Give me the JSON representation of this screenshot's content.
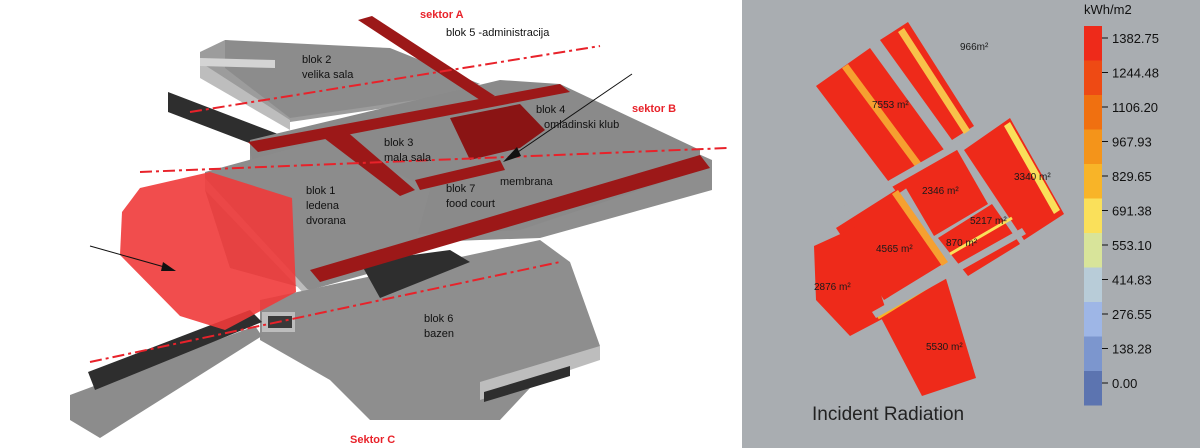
{
  "plan": {
    "sectors": {
      "a": "sektor A",
      "b": "sektor B",
      "c": "Sektor C"
    },
    "blocks": {
      "b5": [
        "blok 5 -administracija"
      ],
      "b2": [
        "blok 2",
        "velika sala"
      ],
      "b4": [
        "blok 4",
        "omladinski klub"
      ],
      "b3": [
        "blok 3",
        "mala sala"
      ],
      "membrana": [
        "membrana"
      ],
      "b7": [
        "blok 7",
        "food court"
      ],
      "b1": [
        "blok 1",
        "ledena",
        "dvorana"
      ],
      "b6": [
        "blok 6",
        "bazen"
      ]
    }
  },
  "radiation": {
    "title": "Incident Radiation",
    "unit": "kWh/m2",
    "scale": {
      "ticks": [
        "1382.75",
        "1244.48",
        "1106.20",
        "967.93",
        "829.65",
        "691.38",
        "553.10",
        "414.83",
        "276.55",
        "138.28",
        "0.00"
      ],
      "colors": [
        "#ee2a1a",
        "#ee4a14",
        "#f07010",
        "#f4941a",
        "#f8b428",
        "#fae05a",
        "#d8e49a",
        "#b8ccd8",
        "#9eb6e6",
        "#7c96ce",
        "#5c74b0"
      ]
    },
    "areas": {
      "a966": "966m²",
      "a7553": "7553 m²",
      "a3340": "3340 m²",
      "a2346": "2346 m²",
      "a5217": "5217 m²",
      "a870": "870 m²",
      "a4565": "4565 m²",
      "a2876": "2876 m²",
      "a5530": "5530 m²"
    }
  }
}
